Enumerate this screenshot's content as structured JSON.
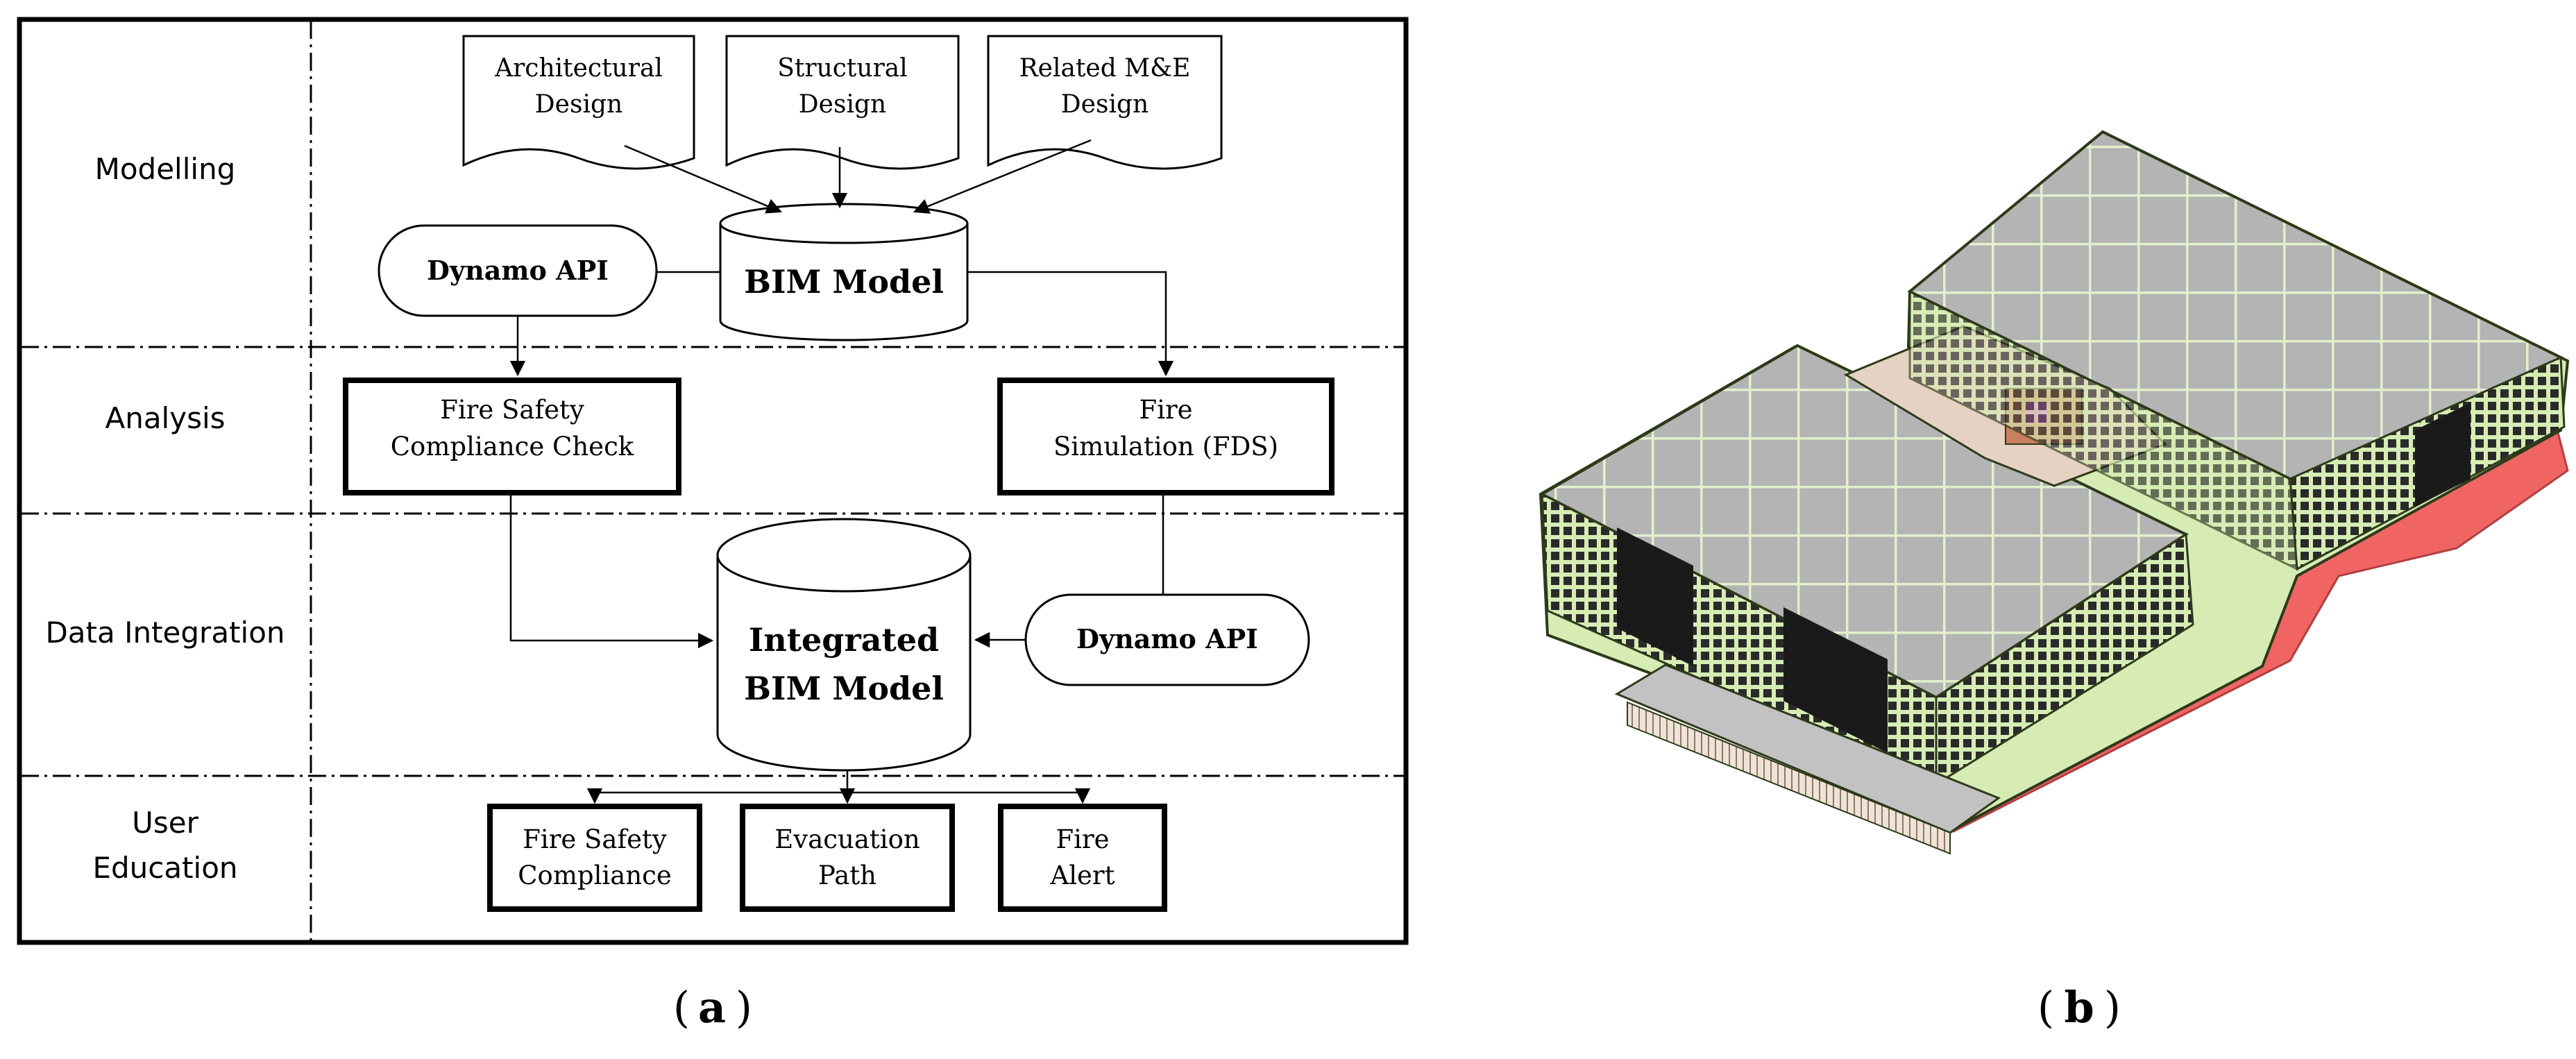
{
  "panel_a": {
    "caption_open": "(",
    "caption_letter": "a",
    "caption_close": ")",
    "rows": [
      {
        "label": "Modelling"
      },
      {
        "label": "Analysis"
      },
      {
        "label": "Data Integration"
      },
      {
        "label_line1": "User",
        "label_line2": "Education"
      }
    ],
    "documents": [
      {
        "line1": "Architectural",
        "line2": "Design"
      },
      {
        "line1": "Structural",
        "line2": "Design"
      },
      {
        "line1": "Related M&E",
        "line2": "Design"
      }
    ],
    "bim_model": {
      "label": "BIM Model"
    },
    "dynamo_api_top": {
      "label": "Dynamo API"
    },
    "compliance_check": {
      "line1": "Fire Safety",
      "line2": "Compliance Check"
    },
    "fire_simulation": {
      "line1": "Fire",
      "line2": "Simulation (FDS)"
    },
    "integrated_model": {
      "line1": "Integrated",
      "line2": "BIM Model"
    },
    "dynamo_api_bottom": {
      "label": "Dynamo API"
    },
    "outputs": [
      {
        "line1": "Fire Safety",
        "line2": "Compliance"
      },
      {
        "line1": "Evacuation",
        "line2": "Path"
      },
      {
        "line1": "Fire",
        "line2": "Alert"
      }
    ]
  },
  "panel_b": {
    "caption_open": "(",
    "caption_letter": "b",
    "caption_close": ")",
    "colors": {
      "ground": "#f06464",
      "frame": "#d6ecb4",
      "roof": "#b4b4b4",
      "glazing": "#222222",
      "wall": "#e6d2c2"
    }
  }
}
